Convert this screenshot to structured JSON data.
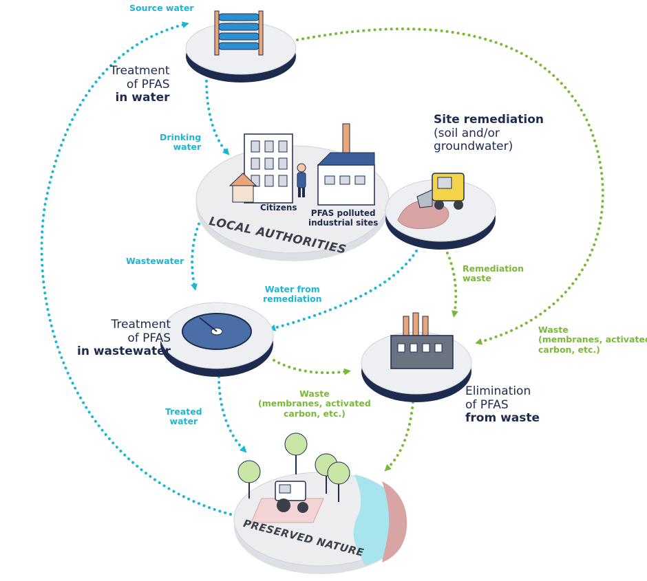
{
  "nodes": {
    "water_treatment": {
      "line1": "Treatment",
      "line2": "of PFAS",
      "line3": "in water"
    },
    "local_authorities": {
      "title": "LOCAL AUTHORITIES",
      "citizens": "Citizens",
      "industrial_line1": "PFAS polluted",
      "industrial_line2": "industrial sites"
    },
    "site_remediation": {
      "title": "Site remediation",
      "line2": "(soil and/or",
      "line3": "groundwater)"
    },
    "wastewater_treatment": {
      "line1": "Treatment",
      "line2": "of PFAS",
      "line3": "in wastewater"
    },
    "waste_elimination": {
      "line1": "Elimination",
      "line2": "of PFAS",
      "line3": "from waste"
    },
    "preserved_nature": {
      "title": "PRESERVED NATURE"
    }
  },
  "flows": {
    "source_water": "Source water",
    "drinking_water_1": "Drinking",
    "drinking_water_2": "water",
    "wastewater": "Wastewater",
    "water_from_remediation_1": "Water from",
    "water_from_remediation_2": "remediation",
    "remediation_waste_1": "Remediation",
    "remediation_waste_2": "waste",
    "waste_right_1": "Waste",
    "waste_right_2": "(membranes, activated",
    "waste_right_3": "carbon, etc.)",
    "treated_water_1": "Treated",
    "treated_water_2": "water",
    "waste_mid_1": "Waste",
    "waste_mid_2": "(membranes, activated",
    "waste_mid_3": "carbon, etc.)"
  },
  "colors": {
    "water_flow": "#1bb6d3",
    "waste_flow": "#7ab83a",
    "text_dark": "#1d2b4f",
    "disc_edge": "#1d2b4f"
  }
}
